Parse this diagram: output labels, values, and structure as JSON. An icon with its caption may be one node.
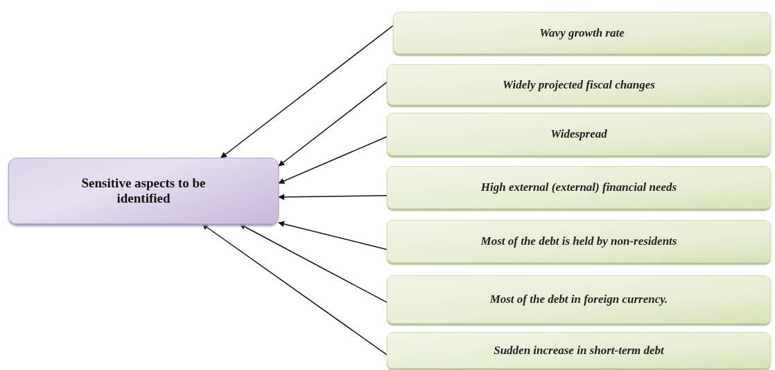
{
  "diagram": {
    "nodes": [
      {
        "text": [
          "Sensitive aspects to be identified"
        ]
      },
      {
        "text": [
          "Wavy growth rate"
        ]
      },
      {
        "text": [
          "Widely projected fiscal changes"
        ]
      },
      {
        "text": [
          "Widespread"
        ]
      },
      {
        "text": [
          "High external (external) financial needs"
        ]
      },
      {
        "text": [
          "Most of the debt is held by non-residents"
        ]
      },
      {
        "text": [
          "Most of the debt in foreign currency."
        ]
      },
      {
        "text": [
          "Sudden increase in short-term debt"
        ]
      }
    ],
    "edges": [
      {
        "from": 1,
        "to": 0,
        "arrow": "to"
      },
      {
        "from": 2,
        "to": 0,
        "arrow": "to"
      },
      {
        "from": 3,
        "to": 0,
        "arrow": "to"
      },
      {
        "from": 4,
        "to": 0,
        "arrow": "to"
      },
      {
        "from": 5,
        "to": 0,
        "arrow": "to"
      },
      {
        "from": 6,
        "to": 0,
        "arrow": "to"
      },
      {
        "from": 7,
        "to": 0,
        "arrow": "to"
      }
    ]
  }
}
